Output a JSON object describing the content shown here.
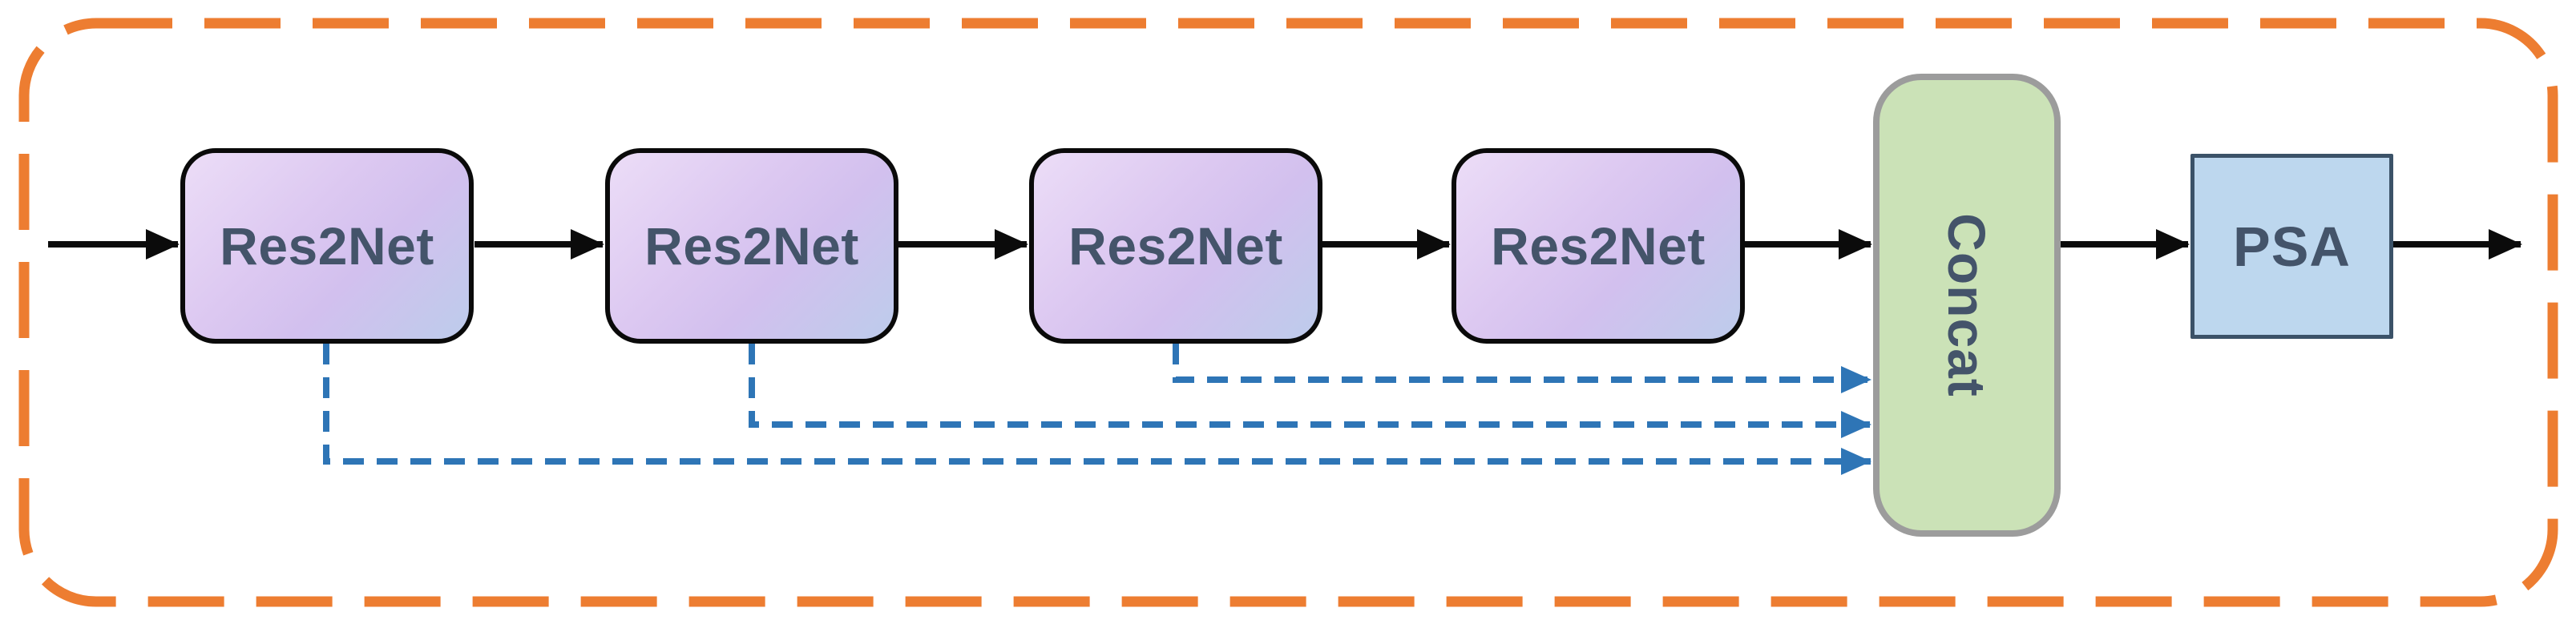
{
  "diagram": {
    "res2net_blocks": [
      {
        "label": "Res2Net"
      },
      {
        "label": "Res2Net"
      },
      {
        "label": "Res2Net"
      },
      {
        "label": "Res2Net"
      }
    ],
    "concat_block": {
      "label": "Concat"
    },
    "psa_block": {
      "label": "PSA"
    },
    "colors": {
      "outer_border_orange": "#ED7D31",
      "res2net_fill_start": "#ECDDF7",
      "res2net_fill_end": "#BDCCEB",
      "res2net_border": "#0a0a0a",
      "concat_fill": "#CBE2B7",
      "concat_border": "#9C9C9C",
      "psa_fill": "#BDD7EE",
      "psa_border": "#3B5268",
      "block_text": "#44546A",
      "skip_connection_blue": "#2E75B6",
      "flow_arrow_black": "#0b0b0b"
    }
  }
}
